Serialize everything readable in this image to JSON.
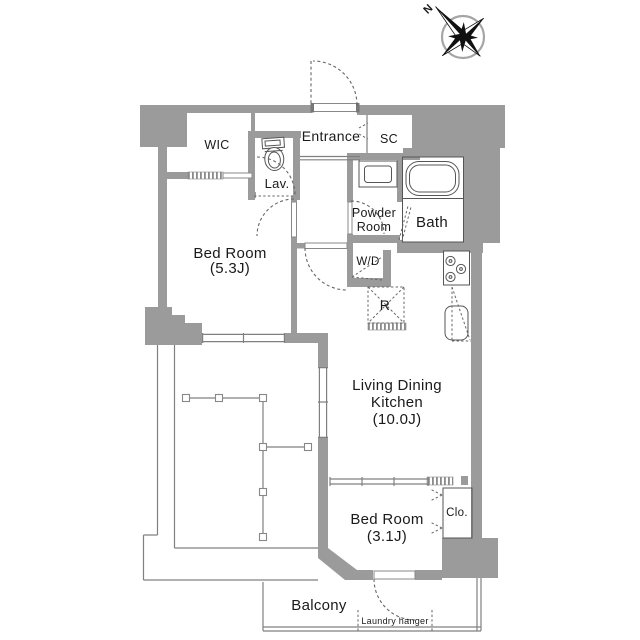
{
  "rooms": {
    "wic": "WIC",
    "entrance": "Entrance",
    "shoe_closet": "SC",
    "lavatory": "Lav.",
    "powder_room_line1": "Powder",
    "powder_room_line2": "Room",
    "bath": "Bath",
    "washer_dryer": "W/D",
    "refrigerator": "R",
    "bedroom_main_line1": "Bed Room",
    "bedroom_main_line2": "(5.3J)",
    "ldk_line1": "Living Dining",
    "ldk_line2": "Kitchen",
    "ldk_line3": "(10.0J)",
    "bedroom_small_line1": "Bed Room",
    "bedroom_small_line2": "(3.1J)",
    "closet": "Clo.",
    "balcony": "Balcony",
    "laundry_hanger": "Laundry hanger"
  },
  "compass": {
    "north": "N"
  },
  "colors": {
    "wall": "#9b9b9b",
    "line": "#808080",
    "dash": "#666666",
    "text": "#1a1a1a"
  }
}
